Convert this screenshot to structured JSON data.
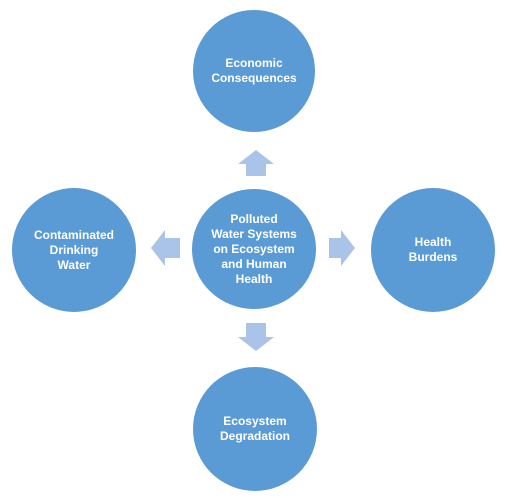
{
  "colors": {
    "node_fill": "#5B9BD5",
    "arrow_fill": "#A9C4E8",
    "text": "#FFFFFF"
  },
  "diagram": {
    "center": "Polluted\nWater Systems\non Ecosystem\nand Human\nHealth",
    "outcomes": {
      "top": "Economic\nConsequences",
      "left": "Contaminated\nDrinking\nWater",
      "right": "Health\nBurdens",
      "bottom": "Ecosystem\nDegradation"
    }
  }
}
